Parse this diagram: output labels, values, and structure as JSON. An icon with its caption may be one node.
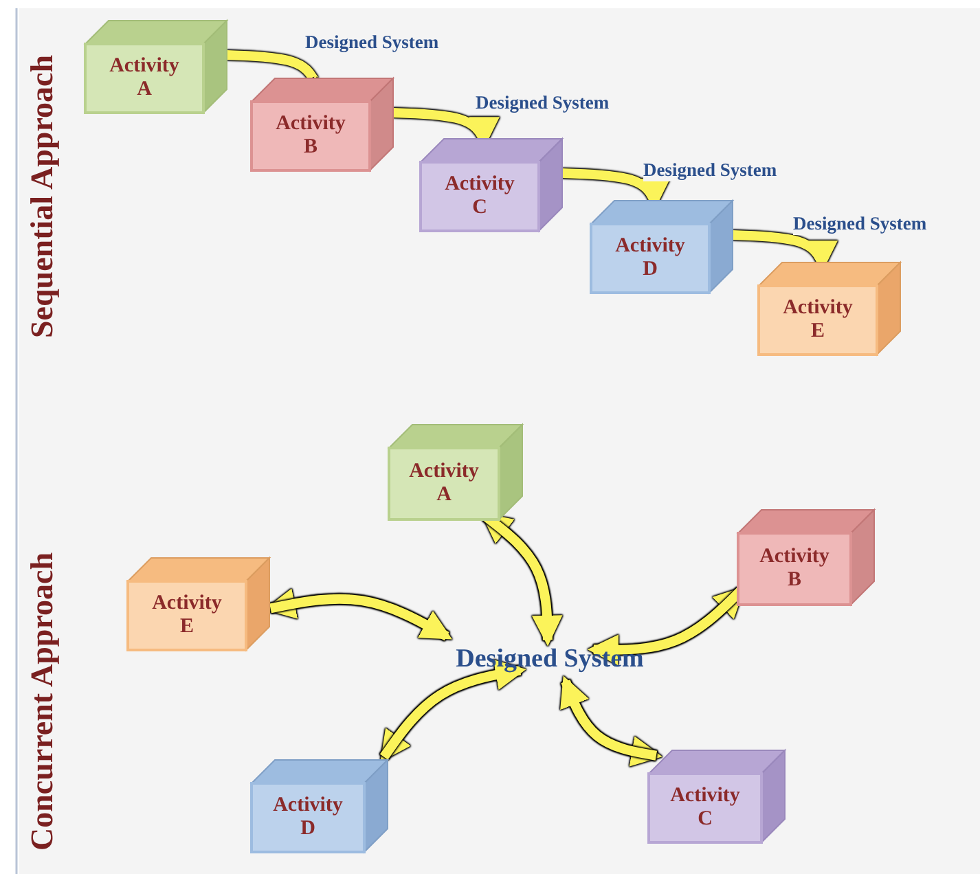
{
  "diagram": {
    "nodes": [
      {
        "text": [
          "Activity A"
        ]
      },
      {
        "text": [
          "Activity B"
        ]
      },
      {
        "text": [
          "Activity C"
        ]
      },
      {
        "text": [
          "Activity D"
        ]
      },
      {
        "text": [
          "Activity E"
        ]
      },
      {
        "text": [
          "Designed System"
        ]
      },
      {
        "text": [
          "Activity A"
        ]
      },
      {
        "text": [
          "Activity B"
        ]
      },
      {
        "text": [
          "Activity C"
        ]
      },
      {
        "text": [
          "Activity D"
        ]
      },
      {
        "text": [
          "Activity E"
        ]
      }
    ],
    "edges": [
      {
        "from": 0,
        "to": 1,
        "arrow": "to",
        "label": "Designed System"
      },
      {
        "from": 1,
        "to": 2,
        "arrow": "to",
        "label": "Designed System"
      },
      {
        "from": 2,
        "to": 3,
        "arrow": "to",
        "label": "Designed System"
      },
      {
        "from": 3,
        "to": 4,
        "arrow": "to",
        "label": "Designed System"
      },
      {
        "from": 5,
        "to": 6,
        "arrow": "to"
      },
      {
        "from": 6,
        "to": 5,
        "arrow": "to"
      },
      {
        "from": 5,
        "to": 7,
        "arrow": "to"
      },
      {
        "from": 7,
        "to": 5,
        "arrow": "to"
      },
      {
        "from": 5,
        "to": 8,
        "arrow": "to"
      },
      {
        "from": 8,
        "to": 5,
        "arrow": "to"
      },
      {
        "from": 5,
        "to": 9,
        "arrow": "to"
      },
      {
        "from": 9,
        "to": 5,
        "arrow": "to"
      },
      {
        "from": 5,
        "to": 10,
        "arrow": "to"
      },
      {
        "from": 10,
        "to": 5,
        "arrow": "to"
      }
    ],
    "labels": [
      "Sequential Approach",
      "Concurrent Approach"
    ]
  }
}
